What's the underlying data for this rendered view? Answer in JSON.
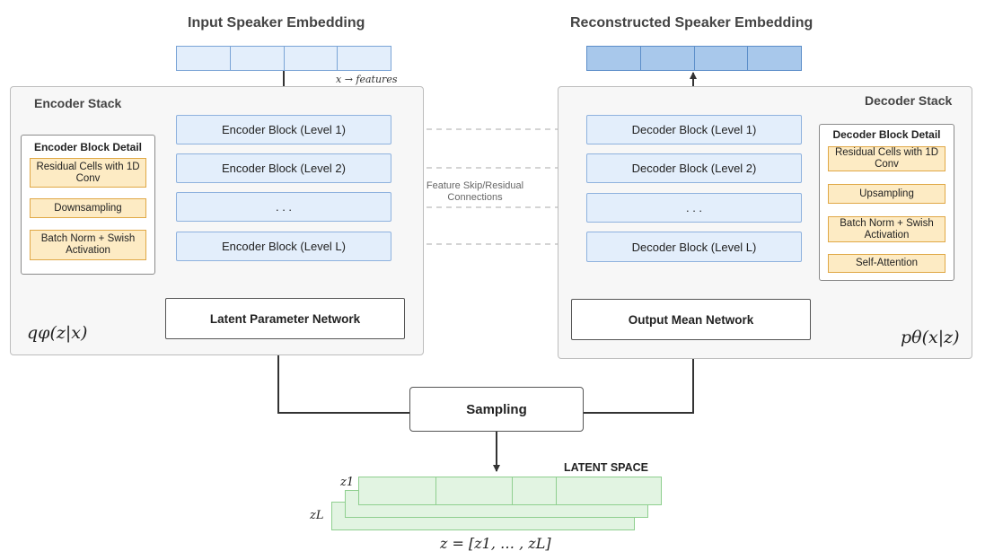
{
  "titles": {
    "input": "Input Speaker Embedding",
    "output": "Reconstructed Speaker Embedding"
  },
  "input_annotation": "x → features",
  "encoder": {
    "label": "Encoder Stack",
    "blocks": [
      "Encoder Block (Level 1)",
      "Encoder Block (Level 2)",
      ". . .",
      "Encoder Block (Level L)"
    ],
    "detail": {
      "title": "Encoder Block Detail",
      "steps": [
        "Residual Cells with 1D Conv",
        "Downsampling",
        "Batch Norm + Swish Activation"
      ]
    },
    "network": "Latent Parameter Network",
    "math": "qφ(z|x)"
  },
  "decoder": {
    "label": "Decoder Stack",
    "blocks": [
      "Decoder Block (Level 1)",
      "Decoder Block (Level 2)",
      ". . .",
      "Decoder Block (Level L)"
    ],
    "detail": {
      "title": "Decoder Block Detail",
      "steps": [
        "Residual Cells with 1D Conv",
        "Upsampling",
        "Batch Norm + Swish Activation",
        "Self-Attention"
      ]
    },
    "network": "Output Mean Network",
    "math": "pθ(x|z)"
  },
  "skip_label": "Feature Skip/Residual Connections",
  "sampling": "Sampling",
  "latent": {
    "label": "LATENT SPACE",
    "z1": "z1",
    "zL": "zL",
    "formula": "z = [z1, … , zL]"
  }
}
